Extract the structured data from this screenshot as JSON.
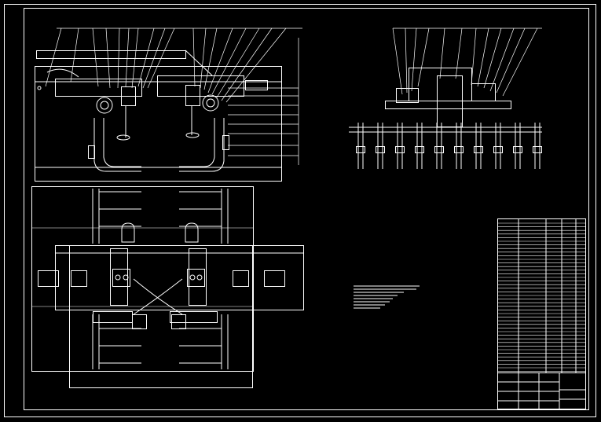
{
  "drawing": {
    "background": "#000000",
    "line_color": "#ffffff",
    "views": [
      {
        "name": "front-elevation-view"
      },
      {
        "name": "plan-view"
      },
      {
        "name": "side-elevation-view"
      }
    ],
    "notes_block": {
      "name": "technical-requirements-notes"
    },
    "parts_list": {
      "name": "parts-list-table"
    },
    "title_block": {
      "name": "title-block"
    }
  }
}
